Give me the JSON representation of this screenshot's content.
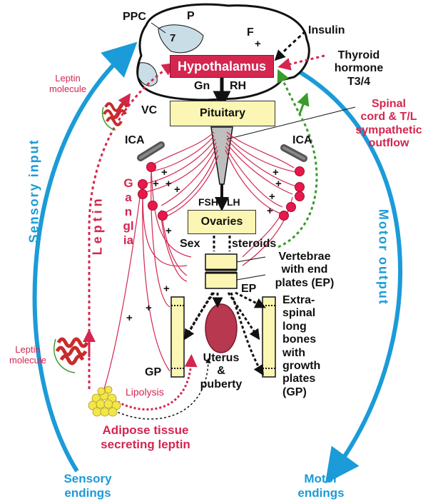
{
  "labels": {
    "ppc": "PPC",
    "p": "P",
    "seven": "7",
    "f": "F",
    "plus_top": "+",
    "insulin": "Insulin",
    "thyroid_1": "Thyroid",
    "thyroid_2": "hormone",
    "thyroid_3": "T3/4",
    "hypothalamus": "Hypothalamus",
    "gn": "Gn",
    "rh": "RH",
    "vc": "VC",
    "pituitary": "Pituitary",
    "spinal_1": "Spinal",
    "spinal_2": "cord & T/L",
    "spinal_3": "sympathetic",
    "spinal_4": "outflow",
    "leptin_molecule_top_1": "Leptin",
    "leptin_molecule_top_2": "molecule",
    "ica_left": "ICA",
    "ica_right": "ICA",
    "fsh": "FSH",
    "lh": "LH",
    "ovaries": "Ovaries",
    "sex": "Sex",
    "steroids": "steroids",
    "vertebrae_1": "Vertebrae",
    "vertebrae_2": "with end",
    "vertebrae_3": "plates (EP)",
    "ep": "EP",
    "extra_1": "Extra-",
    "extra_2": "spinal",
    "extra_3": "long",
    "extra_4": "bones",
    "extra_5": "with",
    "extra_6": "growth",
    "extra_7": "plates",
    "extra_8": "(GP)",
    "uterus_1": "Uterus",
    "uterus_2": "&",
    "uterus_3": "puberty",
    "gp": "GP",
    "lipolysis": "Lipolysis",
    "adipose_1": "Adipose tissue",
    "adipose_2": "secreting leptin",
    "leptin_molecule_bottom_1": "Leptin",
    "leptin_molecule_bottom_2": "molecule",
    "sensory_input": "Sensory input",
    "leptin_vertical": "Leptin",
    "ganglia_vertical": "Ganglia",
    "motor_output": "Motor output",
    "sensory_endings_1": "Sensory",
    "sensory_endings_2": "endings",
    "motor_endings_1": "Motor",
    "motor_endings_2": "endings"
  },
  "colors": {
    "red": "#d4264f",
    "blue": "#1b9bd8",
    "green": "#3a9a2a",
    "yellow": "#fbf6b3",
    "brain_blue": "#c9dde6"
  }
}
